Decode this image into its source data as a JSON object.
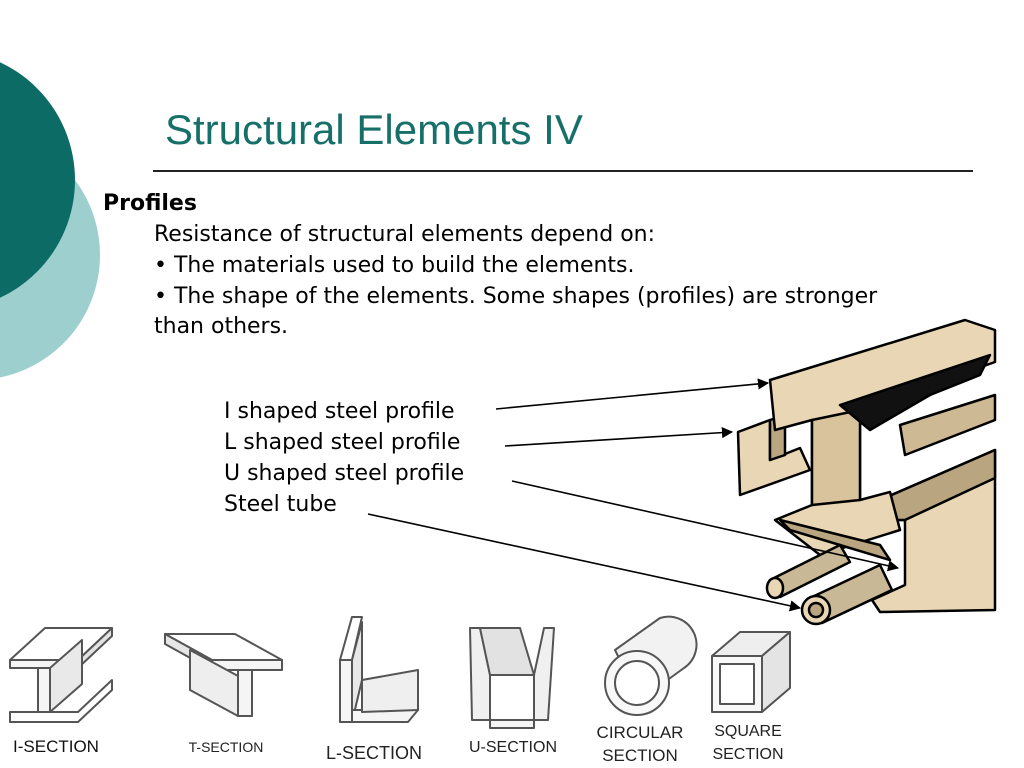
{
  "slide": {
    "title": "Structural Elements IV",
    "heading": "Profiles",
    "lines": [
      "Resistance of structural elements depend on:",
      "• The materials used to build the elements.",
      "• The shape of the elements. Some shapes (profiles) are stronger",
      "than others."
    ]
  },
  "callouts": [
    "I shaped steel profile",
    "L shaped steel profile",
    "U shaped steel profile",
    "Steel tube"
  ],
  "sections": [
    "I-SECTION",
    "T-SECTION",
    "L-SECTION",
    "U-SECTION",
    "CIRCULAR",
    "SECTION",
    "SQUARE",
    "SECTION"
  ],
  "colors": {
    "dark_teal": "#0d6b66",
    "light_teal": "#9ecfcf",
    "title": "#176f69",
    "steel": "#e8d6b4",
    "steel_shadow": "#b9a57f"
  }
}
